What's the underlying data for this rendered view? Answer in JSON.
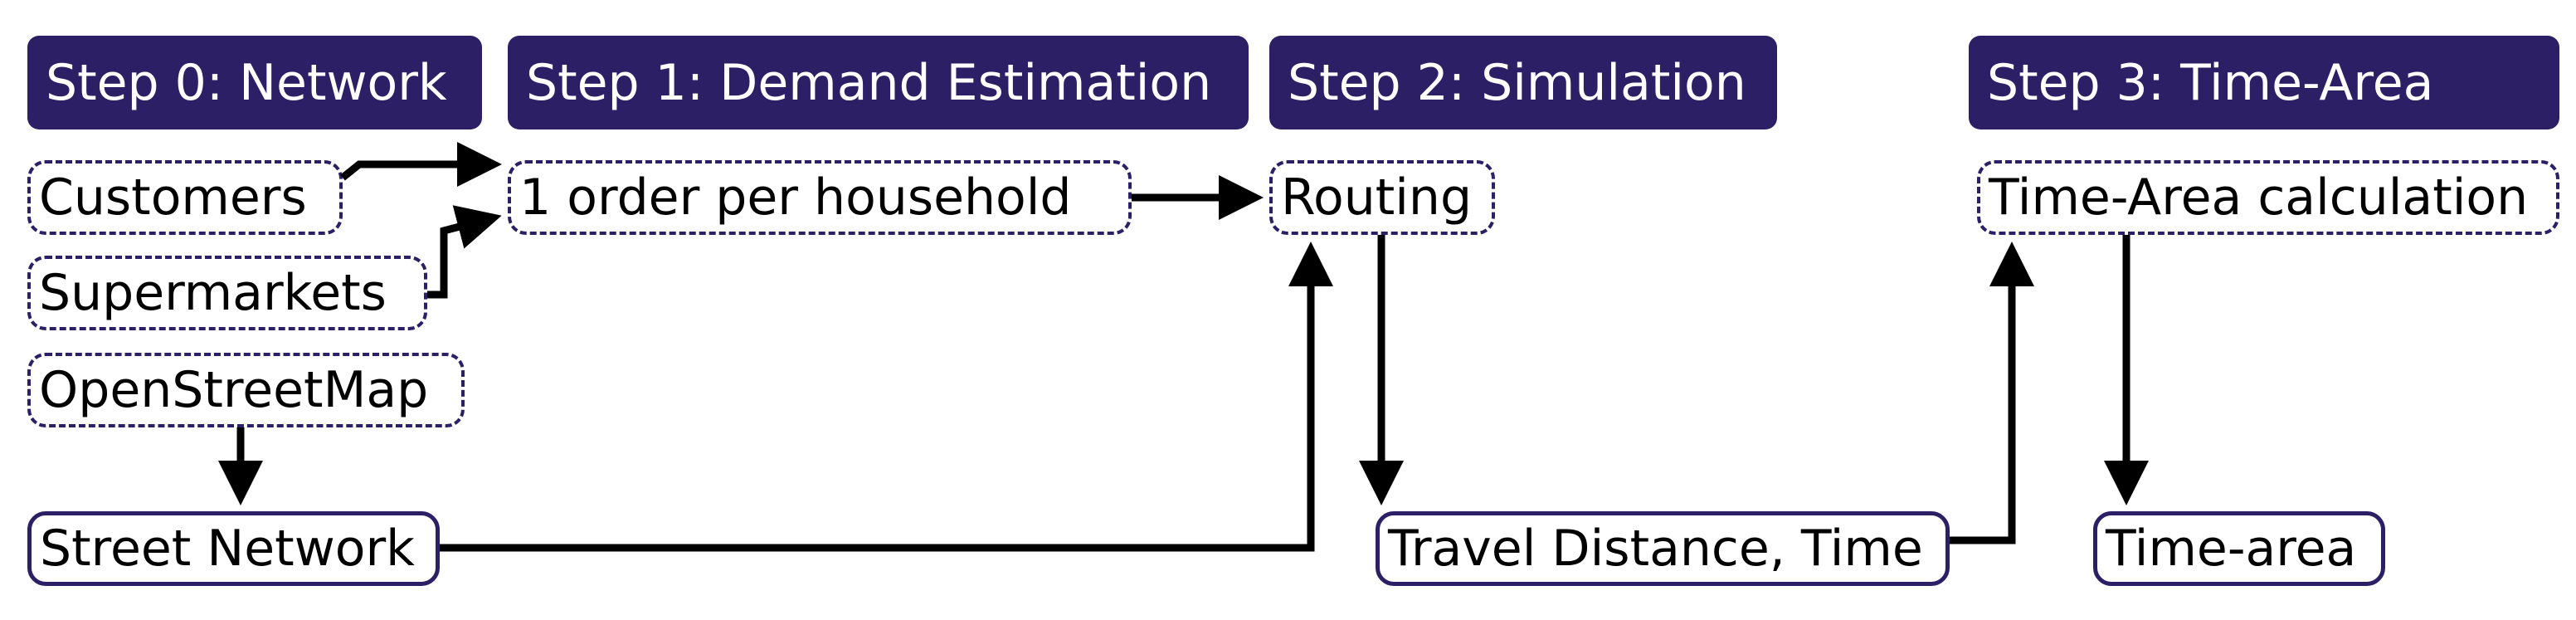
{
  "headers": {
    "step0": "Step 0: Network",
    "step1": "Step 1: Demand Estimation",
    "step2": "Step 2: Simulation",
    "step3": "Step 3: Time-Area"
  },
  "nodes": {
    "customers": "Customers",
    "supermarkets": "Supermarkets",
    "openstreetmap": "OpenStreetMap",
    "street_network": "Street Network",
    "order": "1 order per household",
    "routing": "Routing",
    "travel": "Travel Distance, Time",
    "time_area_calc": "Time-Area calculation",
    "time_area": "Time-area"
  },
  "colors": {
    "header_bg": "#2d1f66",
    "header_text": "#ffffff",
    "box_border": "#2d1f66",
    "arrow": "#000000"
  }
}
